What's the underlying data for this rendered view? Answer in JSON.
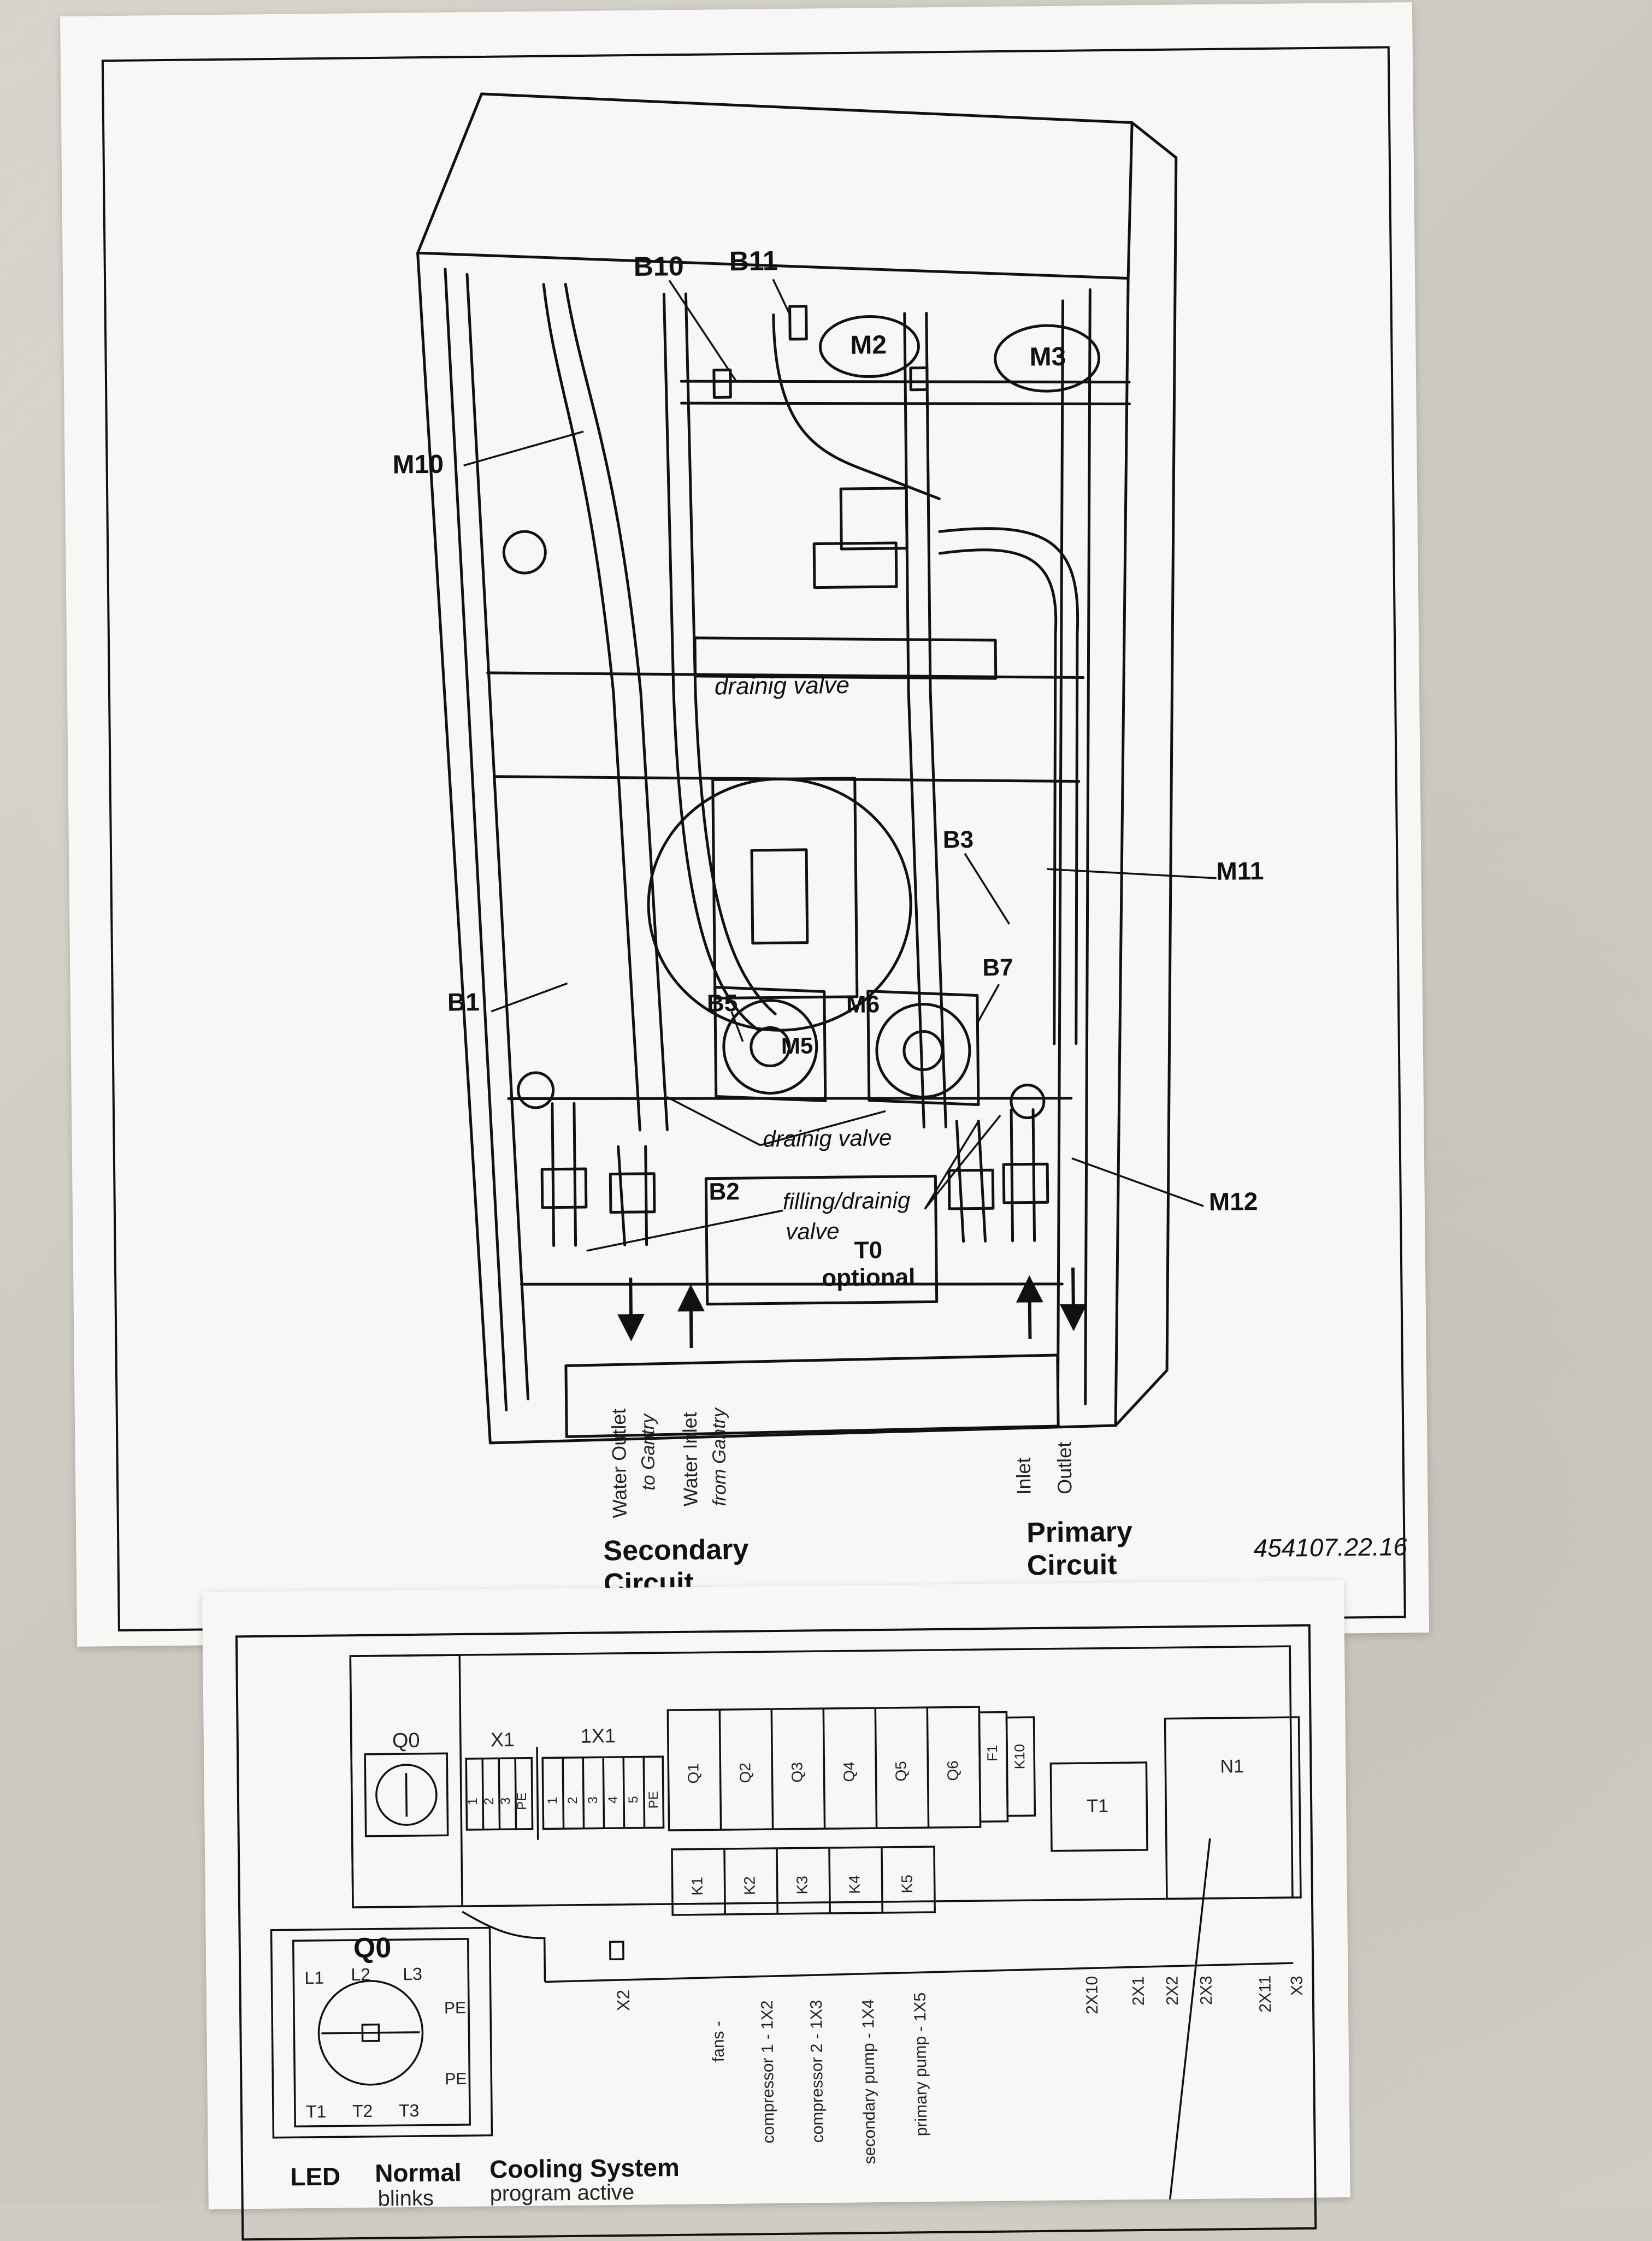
{
  "diagram": {
    "labels": {
      "b10": "B10",
      "b11": "B11",
      "m2": "M2",
      "m3": "M3",
      "m10": "M10",
      "b3": "B3",
      "m11": "M11",
      "b1": "B1",
      "b5": "B5",
      "m5": "M5",
      "m6": "M6",
      "b7": "B7",
      "b2": "B2",
      "m12": "M12",
      "t0": "T0",
      "optional": "optional",
      "drain1": "drainig valve",
      "drain2": "drainig valve",
      "filling": "filling/drainig",
      "valve": "valve"
    },
    "circuits": {
      "water_outlet": "Water Outlet",
      "to_gantry": "to Gantry",
      "water_inlet": "Water Inlet",
      "from_gantry": "from Gantry",
      "inlet": "Inlet",
      "outlet": "Outlet",
      "secondary_line1": "Secondary",
      "secondary_line2": "Circuit",
      "primary_line1": "Primary",
      "primary_line2": "Circuit"
    },
    "doc_number": "454107.22.16"
  },
  "panel": {
    "q0_top": "Q0",
    "x1": "X1",
    "x1_terminals": [
      "1",
      "2",
      "3",
      "PE"
    ],
    "ix1": "1X1",
    "ix1_terminals": [
      "1",
      "2",
      "3",
      "4",
      "5",
      "PE"
    ],
    "q_breakers": [
      "Q1",
      "Q2",
      "Q3",
      "Q4",
      "Q5",
      "Q6"
    ],
    "f1": "F1",
    "k10": "K10",
    "k_contactors": [
      "K1",
      "K2",
      "K3",
      "K4",
      "K5"
    ],
    "t1": "T1",
    "n1": "N1",
    "q0_detail": "Q0",
    "q0_terms_top": [
      "L1",
      "L2",
      "L3"
    ],
    "q0_terms_bottom": [
      "T1",
      "T2",
      "T3"
    ],
    "pe": "PE",
    "x2": "X2",
    "functions": [
      "fans -",
      "compressor 1 - 1X2",
      "compressor 2 - 1X3",
      "secondary pump - 1X4",
      "primary pump - 1X5"
    ],
    "connectors": [
      "2X10",
      "2X1",
      "2X2",
      "2X3",
      "2X11",
      "X3"
    ]
  },
  "legend": {
    "led": "LED",
    "normal": "Normal",
    "blinks": "blinks",
    "cooling": "Cooling System",
    "program": "program active"
  }
}
